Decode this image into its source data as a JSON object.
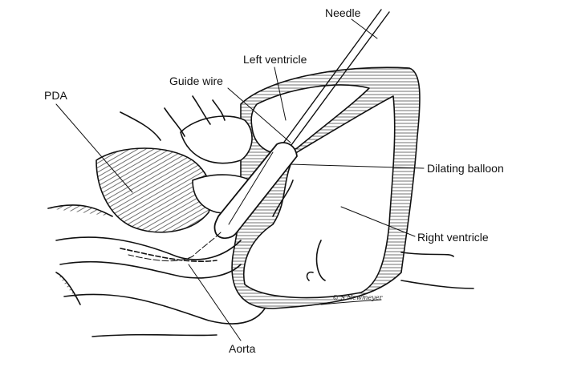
{
  "labels": {
    "needle": "Needle",
    "left_ventricle": "Left ventricle",
    "guide_wire": "Guide wire",
    "pda": "PDA",
    "dilating_balloon": "Dilating balloon",
    "right_ventricle": "Right ventricle",
    "aorta": "Aorta"
  },
  "signature": "© S.Newmeyer",
  "colors": {
    "ink": "#111111",
    "background": "#ffffff"
  }
}
